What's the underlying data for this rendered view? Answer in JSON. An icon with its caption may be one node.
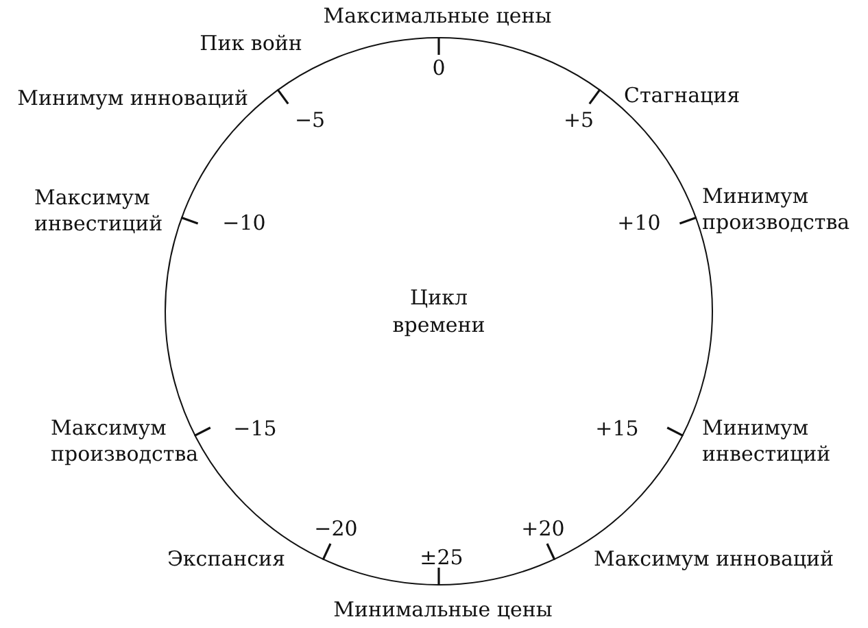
{
  "diagram": {
    "nodes": [
      {
        "text": [
          "Цикл времени"
        ]
      }
    ],
    "labels": [
      "Максимальные цены",
      "Пик войн",
      "0",
      "Минимум инноваций",
      "Стагнация",
      "−5",
      "+5",
      "Максимум инвестиций",
      "Минимум производства",
      "−10",
      "+10",
      "Максимум производства",
      "−15",
      "+15",
      "Минимум инвестиций",
      "−20",
      "+20",
      "Экспансия",
      "±25",
      "Максимум инноваций",
      "Минимальные цены"
    ]
  }
}
